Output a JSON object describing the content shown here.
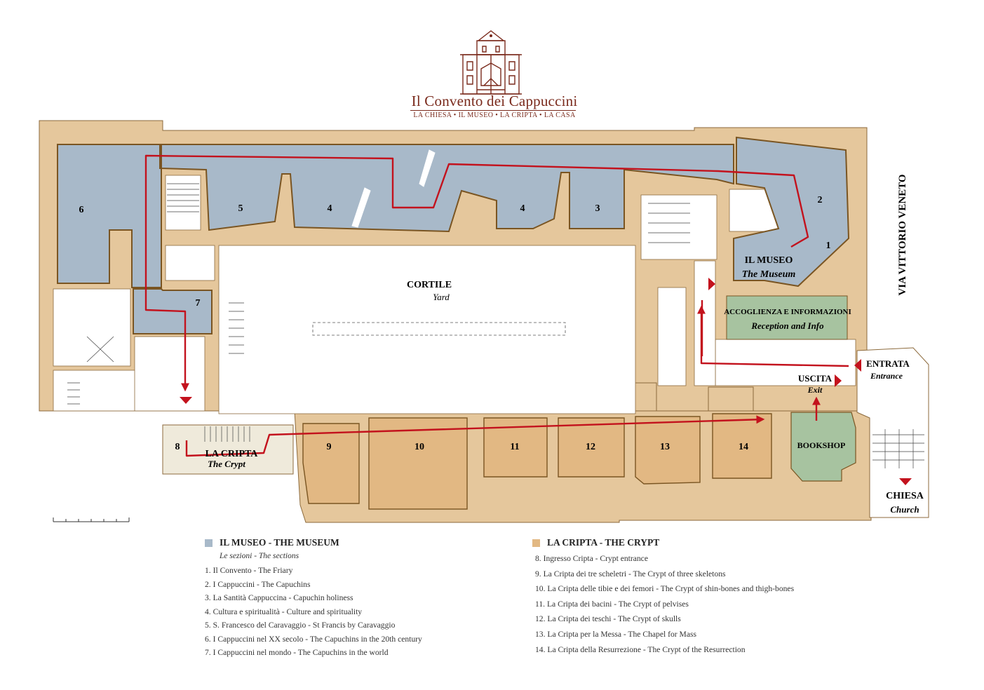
{
  "colors": {
    "wall": "#e5c79c",
    "museum": "#a8b9c9",
    "crypt": "#e2b883",
    "reception": "#a7c3a0",
    "crypt_entrance": "#efeadb",
    "route": "#c3121d",
    "outline": "#7a5522",
    "brand": "#7a2a1c"
  },
  "logo": {
    "icon": "church-facade-icon",
    "name": "Il Convento dei Cappuccini",
    "subtitle": "LA CHIESA • IL MUSEO • LA CRIPTA • LA CASA"
  },
  "labels": {
    "cortile": "CORTILE",
    "yard": "Yard",
    "museo": "IL MUSEO",
    "the_museum": "The Museum",
    "accoglienza": "ACCOGLIENZA E INFORMAZIONI",
    "reception": "Reception and Info",
    "entrata": "ENTRATA",
    "entrance": "Entrance",
    "uscita": "USCITA",
    "exit": "Exit",
    "cripta": "LA CRIPTA",
    "the_crypt": "The Crypt",
    "bookshop": "BOOKSHOP",
    "chiesa": "CHIESA",
    "church": "Church",
    "street": "VIA VITTORIO VENETO"
  },
  "room_numbers": {
    "r1": "1",
    "r2": "2",
    "r3": "3",
    "r4a": "4",
    "r4b": "4",
    "r5": "5",
    "r6": "6",
    "r7": "7",
    "r8": "8",
    "r9": "9",
    "r10": "10",
    "r11": "11",
    "r12": "12",
    "r13": "13",
    "r14": "14"
  },
  "legend": {
    "museum": {
      "title": "IL MUSEO - THE MUSEUM",
      "subtitle": "Le sezioni - The sections",
      "items": [
        "1.   Il Convento - The Friary",
        "2.   I Cappuccini - The Capuchins",
        "3.   La Santità Cappuccina - Capuchin holiness",
        "4.   Cultura e spiritualità - Culture and spirituality",
        "5.   S. Francesco del Caravaggio - St Francis by Caravaggio",
        "6.   I Cappuccini nel XX secolo - The Capuchins in the 20th century",
        "7.   I Cappuccini nel mondo - The Capuchins in the world"
      ]
    },
    "crypt": {
      "title": "LA CRIPTA - THE CRYPT",
      "items": [
        "8.   Ingresso Cripta - Crypt entrance",
        "9.   La Cripta dei tre scheletri - The Crypt of three skeletons",
        "10. La Cripta delle tibie e dei femori - The Crypt of shin-bones and thigh-bones",
        "11. La Cripta dei bacini - The Crypt of pelvises",
        "12. La Cripta dei teschi - The Crypt of skulls",
        "13. La Cripta per la Messa - The Chapel for Mass",
        "14. La Cripta della Resurrezione - The Crypt of the Resurrection"
      ]
    }
  }
}
